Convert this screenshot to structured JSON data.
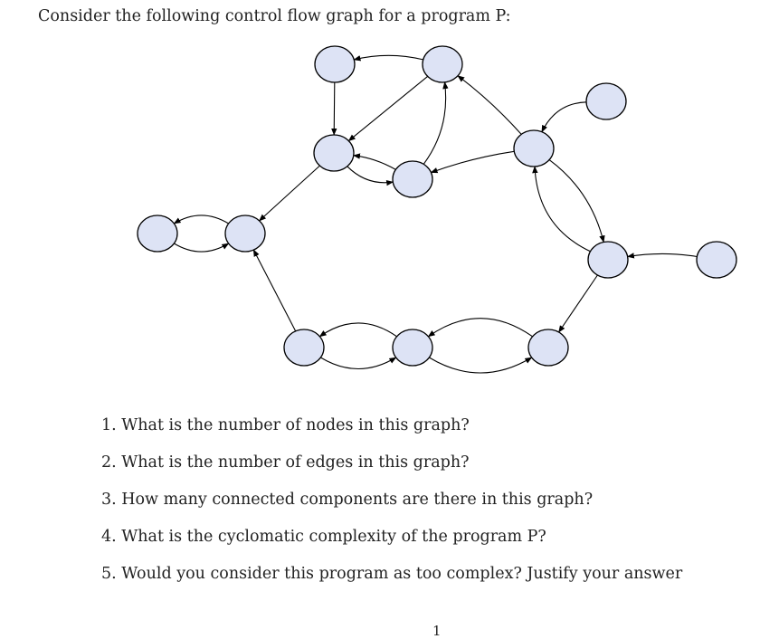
{
  "intro": "Consider the following control flow graph for a program P:",
  "graph": {
    "node_color": "#dde3f5",
    "stroke_color": "#000000",
    "nodes": [
      {
        "id": "n1"
      },
      {
        "id": "n2"
      },
      {
        "id": "n3"
      },
      {
        "id": "n4"
      },
      {
        "id": "n5"
      },
      {
        "id": "n6"
      },
      {
        "id": "n7"
      },
      {
        "id": "n8"
      },
      {
        "id": "n9"
      },
      {
        "id": "n10"
      },
      {
        "id": "n11"
      },
      {
        "id": "n12"
      },
      {
        "id": "n13"
      },
      {
        "id": "n14"
      }
    ],
    "edges": [
      {
        "from": "n2",
        "to": "n1"
      },
      {
        "from": "n1",
        "to": "n4"
      },
      {
        "from": "n2",
        "to": "n4"
      },
      {
        "from": "n5",
        "to": "n2"
      },
      {
        "from": "n6",
        "to": "n2"
      },
      {
        "from": "n3",
        "to": "n6"
      },
      {
        "from": "n4",
        "to": "n5"
      },
      {
        "from": "n5",
        "to": "n4"
      },
      {
        "from": "n6",
        "to": "n5"
      },
      {
        "from": "n4",
        "to": "n8"
      },
      {
        "from": "n8",
        "to": "n7"
      },
      {
        "from": "n7",
        "to": "n8"
      },
      {
        "from": "n6",
        "to": "n9"
      },
      {
        "from": "n9",
        "to": "n6"
      },
      {
        "from": "n10",
        "to": "n9"
      },
      {
        "from": "n9",
        "to": "n13"
      },
      {
        "from": "n11",
        "to": "n8"
      },
      {
        "from": "n12",
        "to": "n11"
      },
      {
        "from": "n11",
        "to": "n12"
      },
      {
        "from": "n13",
        "to": "n12"
      },
      {
        "from": "n12",
        "to": "n13"
      }
    ]
  },
  "questions": [
    "1. What is the number of nodes in this graph?",
    "2. What is the number of edges in this graph?",
    "3. How many connected components are there in this graph?",
    "4. What is the cyclomatic complexity of the program P?",
    "5. Would you consider this program as too complex? Justify your answer"
  ],
  "page_number": "1"
}
